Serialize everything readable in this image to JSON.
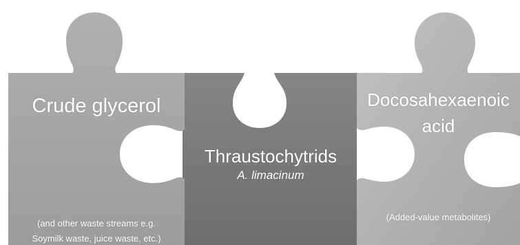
{
  "pieces": {
    "left": {
      "title": "Crude glycerol",
      "note_line1": "(and other waste streams e.g.",
      "note_line2": "Soymilk waste, juice waste, etc.)"
    },
    "middle": {
      "title": "Thraustochytrids",
      "subtitle": "A. limacinum"
    },
    "right": {
      "title_line1": "Docosahexaenoic",
      "title_line2": "acid",
      "note": "(Added-value metabolites)"
    }
  },
  "colors": {
    "left_piece": "#a9a9a9",
    "middle_piece": "#808080",
    "right_piece": "#b6b6b6",
    "text": "#ffffff"
  }
}
